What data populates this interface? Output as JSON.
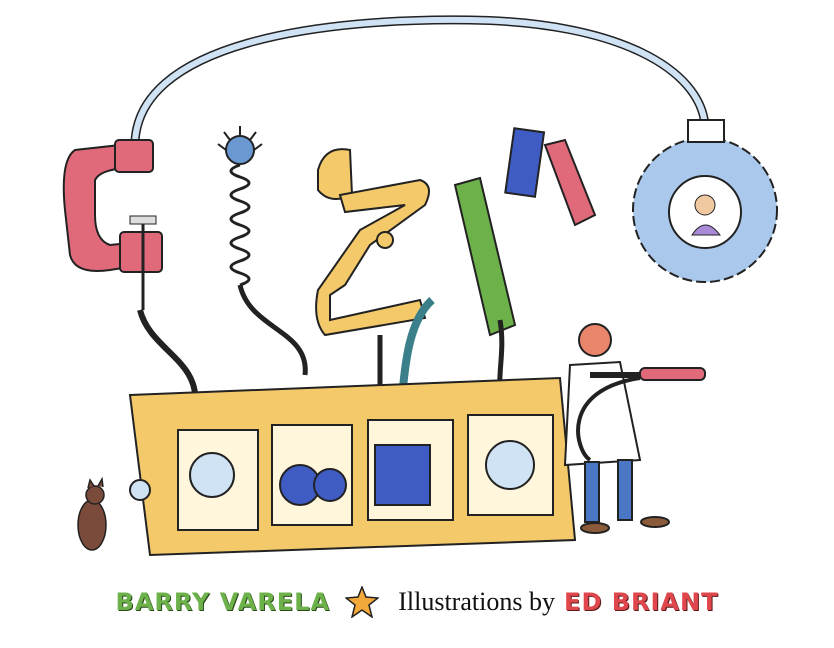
{
  "cover": {
    "title": "GIZMO",
    "author": "BARRY VARELA",
    "illustrator_prefix": "Illustrations by",
    "illustrator": "ED BRIANT"
  },
  "colors": {
    "author_green": "#6cb14a",
    "illustrator_red": "#e0474c",
    "box_yellow": "#f3c96a",
    "clamp_red": "#e06a7a",
    "gear_blue": "#a9c8ec"
  }
}
